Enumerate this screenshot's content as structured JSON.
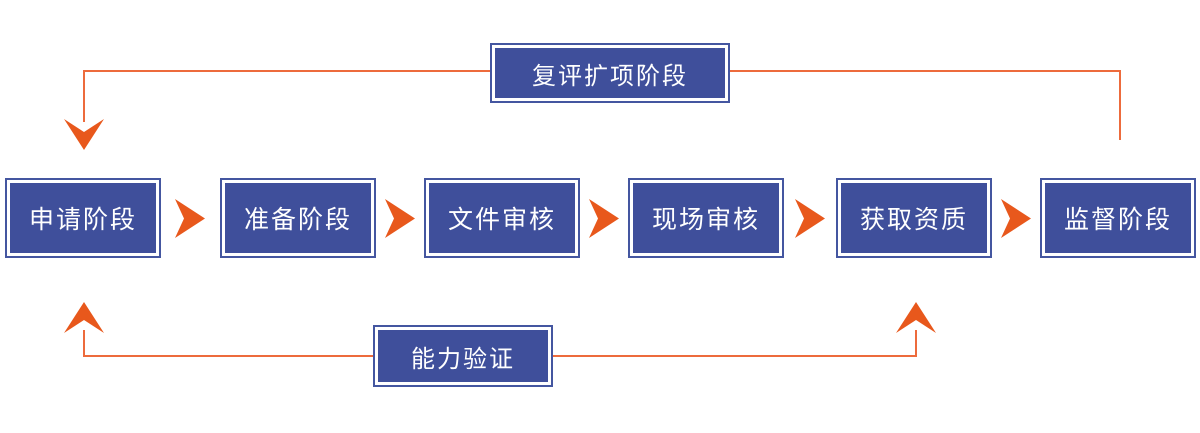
{
  "diagram": {
    "stages": [
      {
        "label": "申请阶段"
      },
      {
        "label": "准备阶段"
      },
      {
        "label": "文件审核"
      },
      {
        "label": "现场审核"
      },
      {
        "label": "获取资质"
      },
      {
        "label": "监督阶段"
      }
    ],
    "loops": {
      "top": {
        "label": "复评扩项阶段"
      },
      "bottom": {
        "label": "能力验证"
      }
    },
    "colors": {
      "box_fill": "#3F4F9B",
      "box_border": "#4456A0",
      "arrowhead_orange": "#E8581C",
      "line_orange": "#ED6B3C",
      "text_white": "#FFFFFF",
      "background": "#FFFFFF"
    }
  }
}
